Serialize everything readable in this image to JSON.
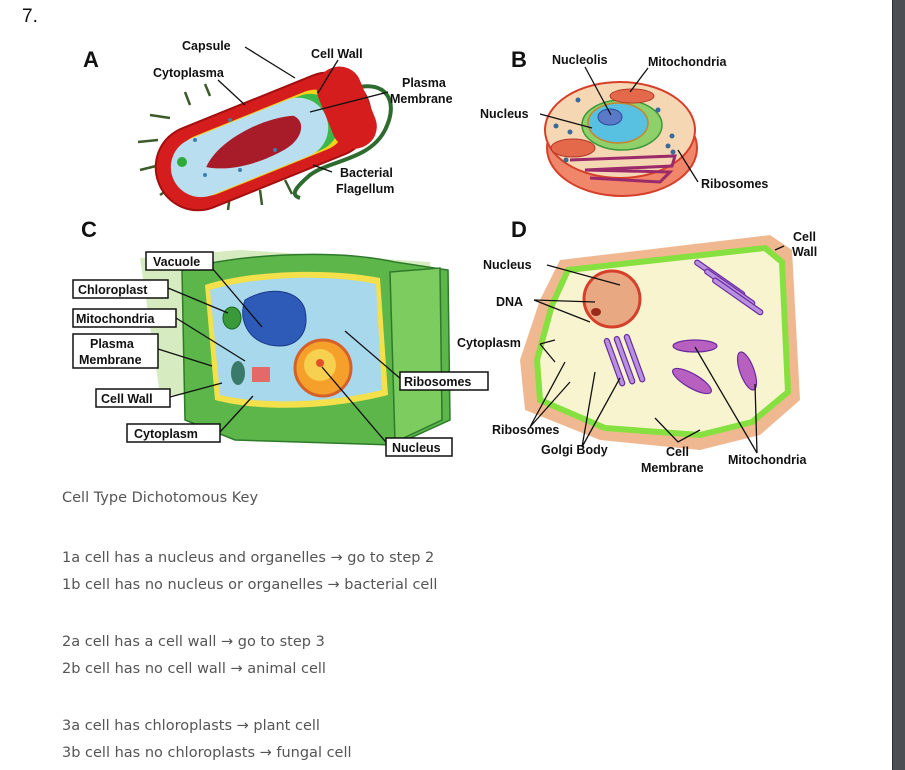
{
  "question_number": "7.",
  "figures": {
    "A": {
      "letter": "A",
      "labels": {
        "capsule": "Capsule",
        "cell_wall": "Cell Wall",
        "cytoplasma": "Cytoplasma",
        "plasma_membrane_1": "Plasma",
        "plasma_membrane_2": "Membrane",
        "flagellum_1": "Bacterial",
        "flagellum_2": "Flagellum"
      }
    },
    "B": {
      "letter": "B",
      "labels": {
        "nucleolis": "Nucleolis",
        "mitochondria": "Mitochondria",
        "nucleus": "Nucleus",
        "ribosomes": "Ribosomes"
      }
    },
    "C": {
      "letter": "C",
      "labels": {
        "vacuole": "Vacuole",
        "chloroplast": "Chloroplast",
        "mitochondria": "Mitochondria",
        "plasma_membrane_1": "Plasma",
        "plasma_membrane_2": "Membrane",
        "cell_wall": "Cell Wall",
        "cytoplasm": "Cytoplasm",
        "ribosomes": "Ribosomes",
        "nucleus": "Nucleus"
      }
    },
    "D": {
      "letter": "D",
      "labels": {
        "cell_wall_1": "Cell",
        "cell_wall_2": "Wall",
        "nucleus": "Nucleus",
        "dna": "DNA",
        "cytoplasm": "Cytoplasm",
        "ribosomes": "Ribosomes",
        "golgi_body": "Golgi Body",
        "cell_membrane_1": "Cell",
        "cell_membrane_2": "Membrane",
        "mitochondria": "Mitochondria"
      }
    }
  },
  "key": {
    "title": "Cell Type Dichotomous Key",
    "steps": [
      [
        "1a cell has a nucleus and organelles → go to step 2",
        "1b cell has no nucleus or organelles → bacterial cell"
      ],
      [
        "2a cell has a cell wall → go to step 3",
        "2b cell has no cell wall → animal cell"
      ],
      [
        "3a cell has chloroplasts → plant cell",
        "3b cell has no chloroplasts → fungal cell"
      ]
    ]
  }
}
